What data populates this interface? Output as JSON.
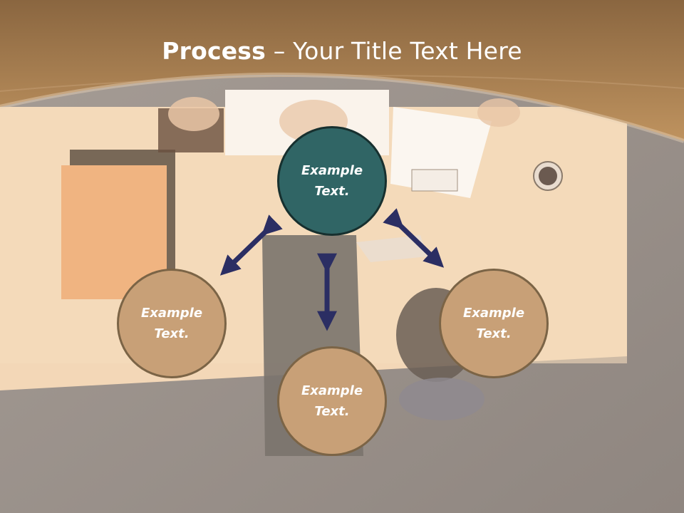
{
  "title": {
    "bold": "Process",
    "dash": " – ",
    "rest": "Your Title Text Here"
  },
  "nodes": {
    "top": {
      "label": "Example Text.",
      "fill": "#306565"
    },
    "left": {
      "label": "Example Text.",
      "fill": "#c8a077"
    },
    "right": {
      "label": "Example Text.",
      "fill": "#c8a077"
    },
    "bottom": {
      "label": "Example Text.",
      "fill": "#c8a077"
    }
  },
  "colors": {
    "header": "#b0835a",
    "arrow": "#2b2e63"
  }
}
